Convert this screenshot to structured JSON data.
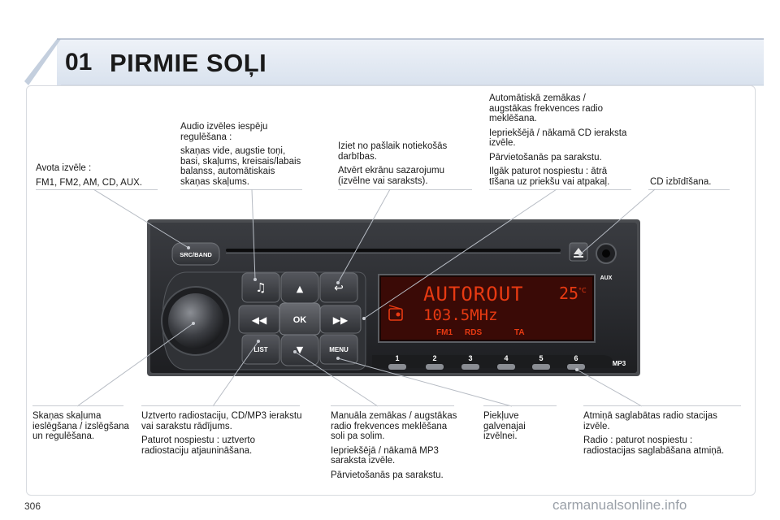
{
  "chapter": {
    "number": "01",
    "title": "PIRMIE SOĻI"
  },
  "page_number": "306",
  "watermark": "carmanualsonline.info",
  "callouts_top": [
    {
      "id": "source",
      "paragraphs": [
        "Avota izvēle :",
        "FM1, FM2, AM, CD, AUX."
      ]
    },
    {
      "id": "audio",
      "paragraphs": [
        "Audio izvēles iespēju regulēšana :",
        "skaņas vide, augstie toņi, basi, skaļums, kreisais/labais balanss, automātiskais skaņas skaļums."
      ]
    },
    {
      "id": "exit",
      "paragraphs": [
        "Iziet no pašlaik notiekošās darbības.",
        "Atvērt ekrānu sazarojumu (izvēlne vai saraksts)."
      ]
    },
    {
      "id": "autosearch",
      "paragraphs": [
        "Automātiskā zemākas / augstākas frekvences radio meklēšana.",
        "Iepriekšējā / nākamā CD ieraksta izvēle.",
        "Pārvietošanās pa sarakstu.",
        "Ilgāk paturot nospiestu : ātrā tīšana uz priekšu vai atpakaļ."
      ]
    },
    {
      "id": "eject",
      "paragraphs": [
        "CD izbīdīšana."
      ]
    }
  ],
  "callouts_bottom": [
    {
      "id": "volume",
      "paragraphs": [
        "Skaņas skaļuma ieslēgšana / izslēgšana un regulēšana."
      ]
    },
    {
      "id": "list",
      "paragraphs": [
        "Uztverto radiostaciju, CD/MP3 ierakstu vai sarakstu rādījums.",
        "Paturot nospiestu : uztverto radiostaciju atjaunināšana."
      ]
    },
    {
      "id": "manual",
      "paragraphs": [
        "Manuāla zemākas / augstākas radio frekvences meklēšana soli pa solim.",
        "Iepriekšējā / nākamā MP3 saraksta izvēle.",
        "Pārvietošanās pa sarakstu."
      ]
    },
    {
      "id": "menu",
      "paragraphs": [
        "Piekļuve galvenajai izvēlnei."
      ]
    },
    {
      "id": "memory",
      "paragraphs": [
        "Atmiņā saglabātas radio stacijas izvēle.",
        "Radio : paturot nospiestu : radiostacijas saglabāšana atmiņā."
      ]
    }
  ],
  "radio": {
    "src_band_label": "SRC/BAND",
    "aux_label": "AUX",
    "mp3_label": "MP3",
    "list_label": "LIST",
    "menu_label": "MENU",
    "ok_label": "OK",
    "display": {
      "line1": "AUTOROUT",
      "temperature": "25",
      "temp_unit": "°C",
      "frequency": "103.5MHz",
      "band": "FM1",
      "rds": "RDS",
      "ta": "TA"
    },
    "presets": [
      "1",
      "2",
      "3",
      "4",
      "5",
      "6"
    ]
  },
  "colors": {
    "display_bg": "#3a0a06",
    "display_text": "#e83a12",
    "panel_dark": "#2b2d31",
    "header_blue": "#dfe7f2"
  }
}
